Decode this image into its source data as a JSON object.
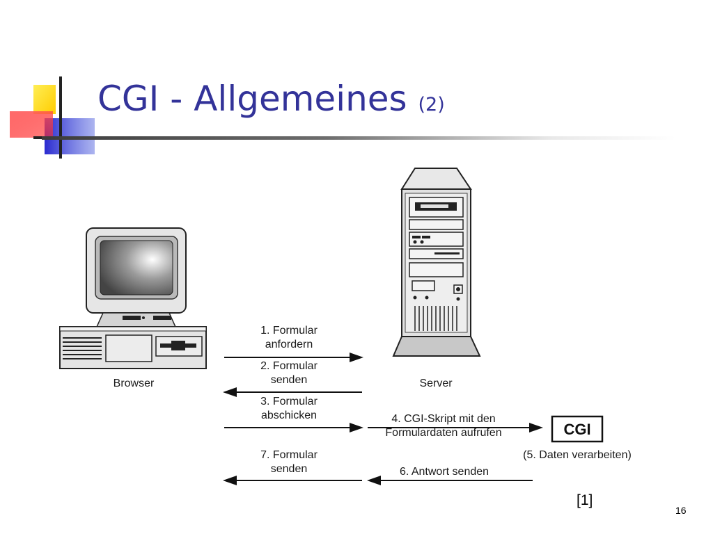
{
  "slide": {
    "title": "CGI - Allgemeines",
    "title_suffix": "(2)",
    "reference": "[1]",
    "page_number": "16"
  },
  "diagram": {
    "browser_label": "Browser",
    "server_label": "Server",
    "cgi_box_label": "CGI",
    "steps": {
      "step1": [
        "1. Formular",
        "anfordern"
      ],
      "step2": [
        "2. Formular",
        "senden"
      ],
      "step3": [
        "3. Formular",
        "abschicken"
      ],
      "step4": [
        "4. CGI-Skript mit den",
        "Formulardaten aufrufen"
      ],
      "step5": "(5. Daten verarbeiten)",
      "step6": "6. Antwort senden",
      "step7": [
        "7. Formular",
        "senden"
      ]
    }
  },
  "colors": {
    "title": "#333399",
    "deco_yellow": "#ffcc00",
    "deco_blue": "#3333cc",
    "deco_red": "#ff3333"
  }
}
